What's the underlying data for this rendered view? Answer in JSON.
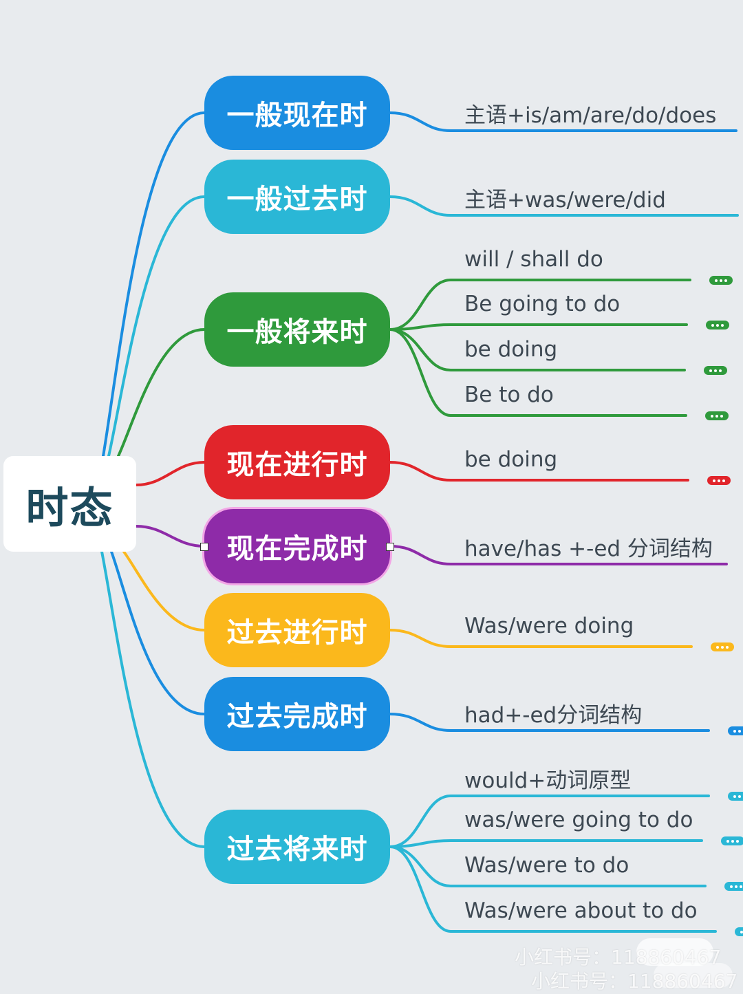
{
  "root": {
    "label": "时态"
  },
  "branches": [
    {
      "label": "一般现在时",
      "color": "#1a8de0",
      "leaves": [
        {
          "text": "主语+is/am/are/do/does",
          "more": false
        }
      ]
    },
    {
      "label": "一般过去时",
      "color": "#2ab7d6",
      "leaves": [
        {
          "text": "主语+was/were/did",
          "more": false
        }
      ]
    },
    {
      "label": "一般将来时",
      "color": "#2f9a3c",
      "leaves": [
        {
          "text": "will / shall do",
          "more": true
        },
        {
          "text": "Be going to do",
          "more": true
        },
        {
          "text": "be doing",
          "more": true
        },
        {
          "text": "Be to do",
          "more": true
        }
      ]
    },
    {
      "label": "现在进行时",
      "color": "#e1252b",
      "leaves": [
        {
          "text": "be doing",
          "more": true
        }
      ]
    },
    {
      "label": "现在完成时",
      "color": "#8e2ba8",
      "selected": true,
      "leaves": [
        {
          "text": "have/has +-ed 分词结构",
          "more": false
        }
      ]
    },
    {
      "label": "过去进行时",
      "color": "#fbb81c",
      "leaves": [
        {
          "text": "Was/were doing",
          "more": true
        }
      ]
    },
    {
      "label": "过去完成时",
      "color": "#1a8de0",
      "leaves": [
        {
          "text": "had+-ed分词结构",
          "more": true
        }
      ]
    },
    {
      "label": "过去将来时",
      "color": "#2ab7d6",
      "leaves": [
        {
          "text": "would+动词原型",
          "more": true
        },
        {
          "text": "was/were going to do",
          "more": true
        },
        {
          "text": "Was/were to do",
          "more": true
        },
        {
          "text": "Was/were about to do",
          "more": true
        }
      ]
    }
  ],
  "watermark": {
    "text1": "小红书号：118860467",
    "text2": "小红书号：118860467",
    "logo": "小红书"
  }
}
